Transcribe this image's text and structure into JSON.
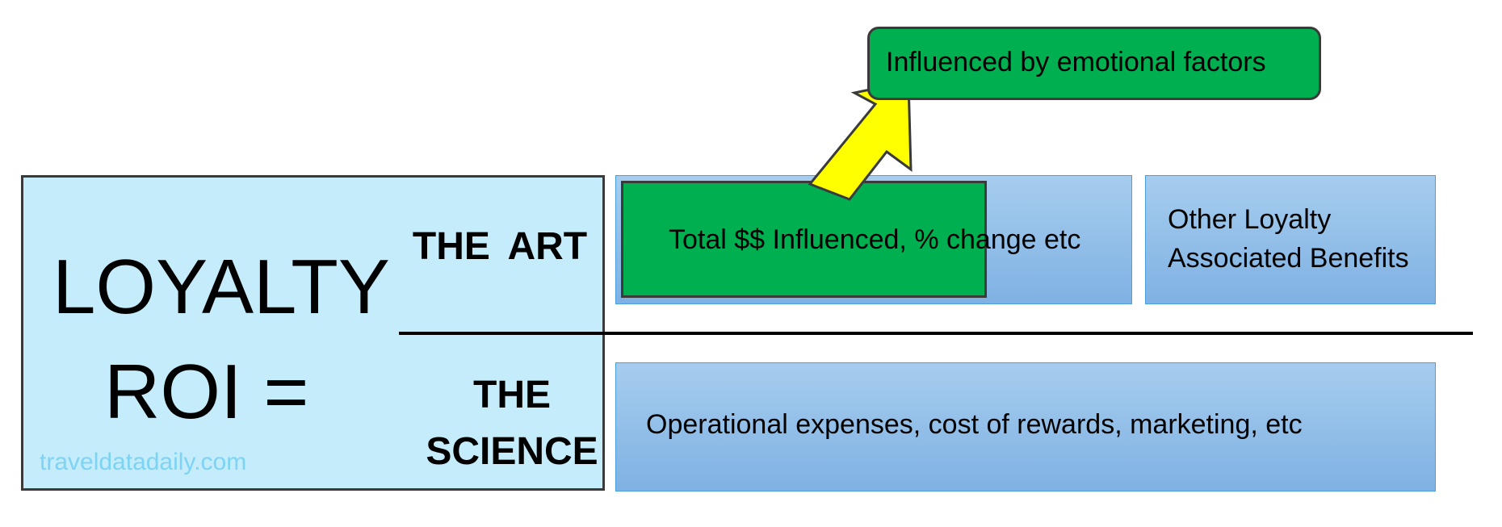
{
  "left_panel": {
    "line1": "LOYALTY",
    "line2": "ROI =",
    "watermark": "traveldatadaily.com"
  },
  "sections": {
    "art_label": "THE  ART",
    "science_label_line1": "THE",
    "science_label_line2": "SCIENCE"
  },
  "art_row": {
    "main_box_text": "Total $$ Influenced, % change etc",
    "other_box_text": "Other Loyalty Associated Benefits"
  },
  "science_row": {
    "box_text": "Operational expenses, cost of rewards, marketing, etc"
  },
  "callout": {
    "text": "Influenced by emotional factors"
  },
  "colors": {
    "panel_bg": "#c5ecfb",
    "green": "#00b050",
    "arrow_yellow": "#ffff00",
    "blue_box_top": "#a6cdee",
    "blue_box_bottom": "#7fb1e3",
    "watermark": "#7dd3f3"
  },
  "icons": {
    "arrow": "yellow-up-right-arrow"
  }
}
